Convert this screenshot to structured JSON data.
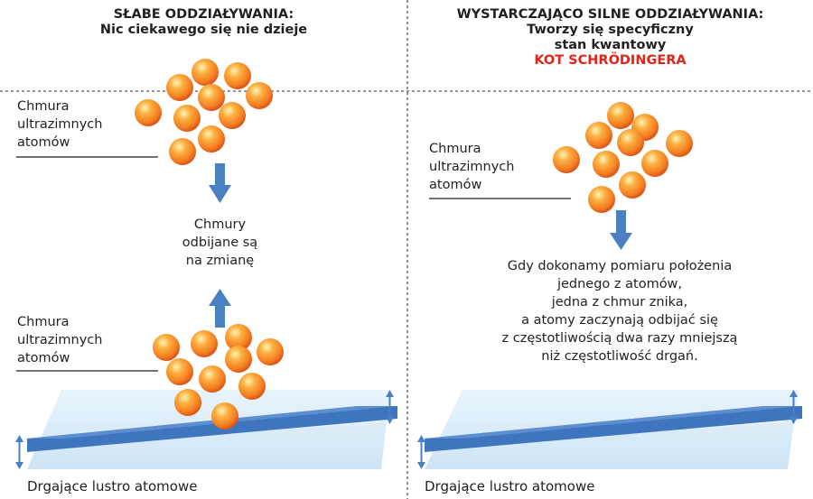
{
  "left": {
    "heading": {
      "line1": "SŁABE ODDZIAŁYWANIA:",
      "line2": "Nic ciekawego się nie dzieje"
    },
    "top_cloud_label": [
      "Chmura",
      "ultrazimnych",
      "atomów"
    ],
    "middle_text": [
      "Chmury",
      "odbijane są",
      "na zmianę"
    ],
    "bottom_cloud_label": [
      "Chmura",
      "ultrazimnych",
      "atomów"
    ],
    "mirror_caption": "Drgające lustro atomowe"
  },
  "right": {
    "heading": {
      "line1": "WYSTARCZAJĄCO SILNE ODDZIAŁYWANIA:",
      "line2": "Tworzy się specyficzny",
      "line3": "stan kwantowy",
      "line4": "KOT SCHRÖDINGERA"
    },
    "cloud_label": [
      "Chmura",
      "ultrazimnych",
      "atomów"
    ],
    "description": [
      "Gdy dokonamy pomiaru położenia",
      "jednego z atomów,",
      "jedna z chmur znika,",
      "a atomy zaczynają odbijać się",
      "z częstotliwością dwa razy mniejszą",
      "niż częstotliwość drgań."
    ],
    "mirror_caption": "Drgające lustro atomowe"
  },
  "colors": {
    "atom_core": "#f7941d",
    "atom_highlight": "#fde9a0",
    "arrow_blue": "#4a7fc1",
    "mirror_light": "#cfe6f7",
    "mirror_dark": "#3f74bf",
    "accent_red": "#e2231a",
    "divider": "#555555"
  }
}
